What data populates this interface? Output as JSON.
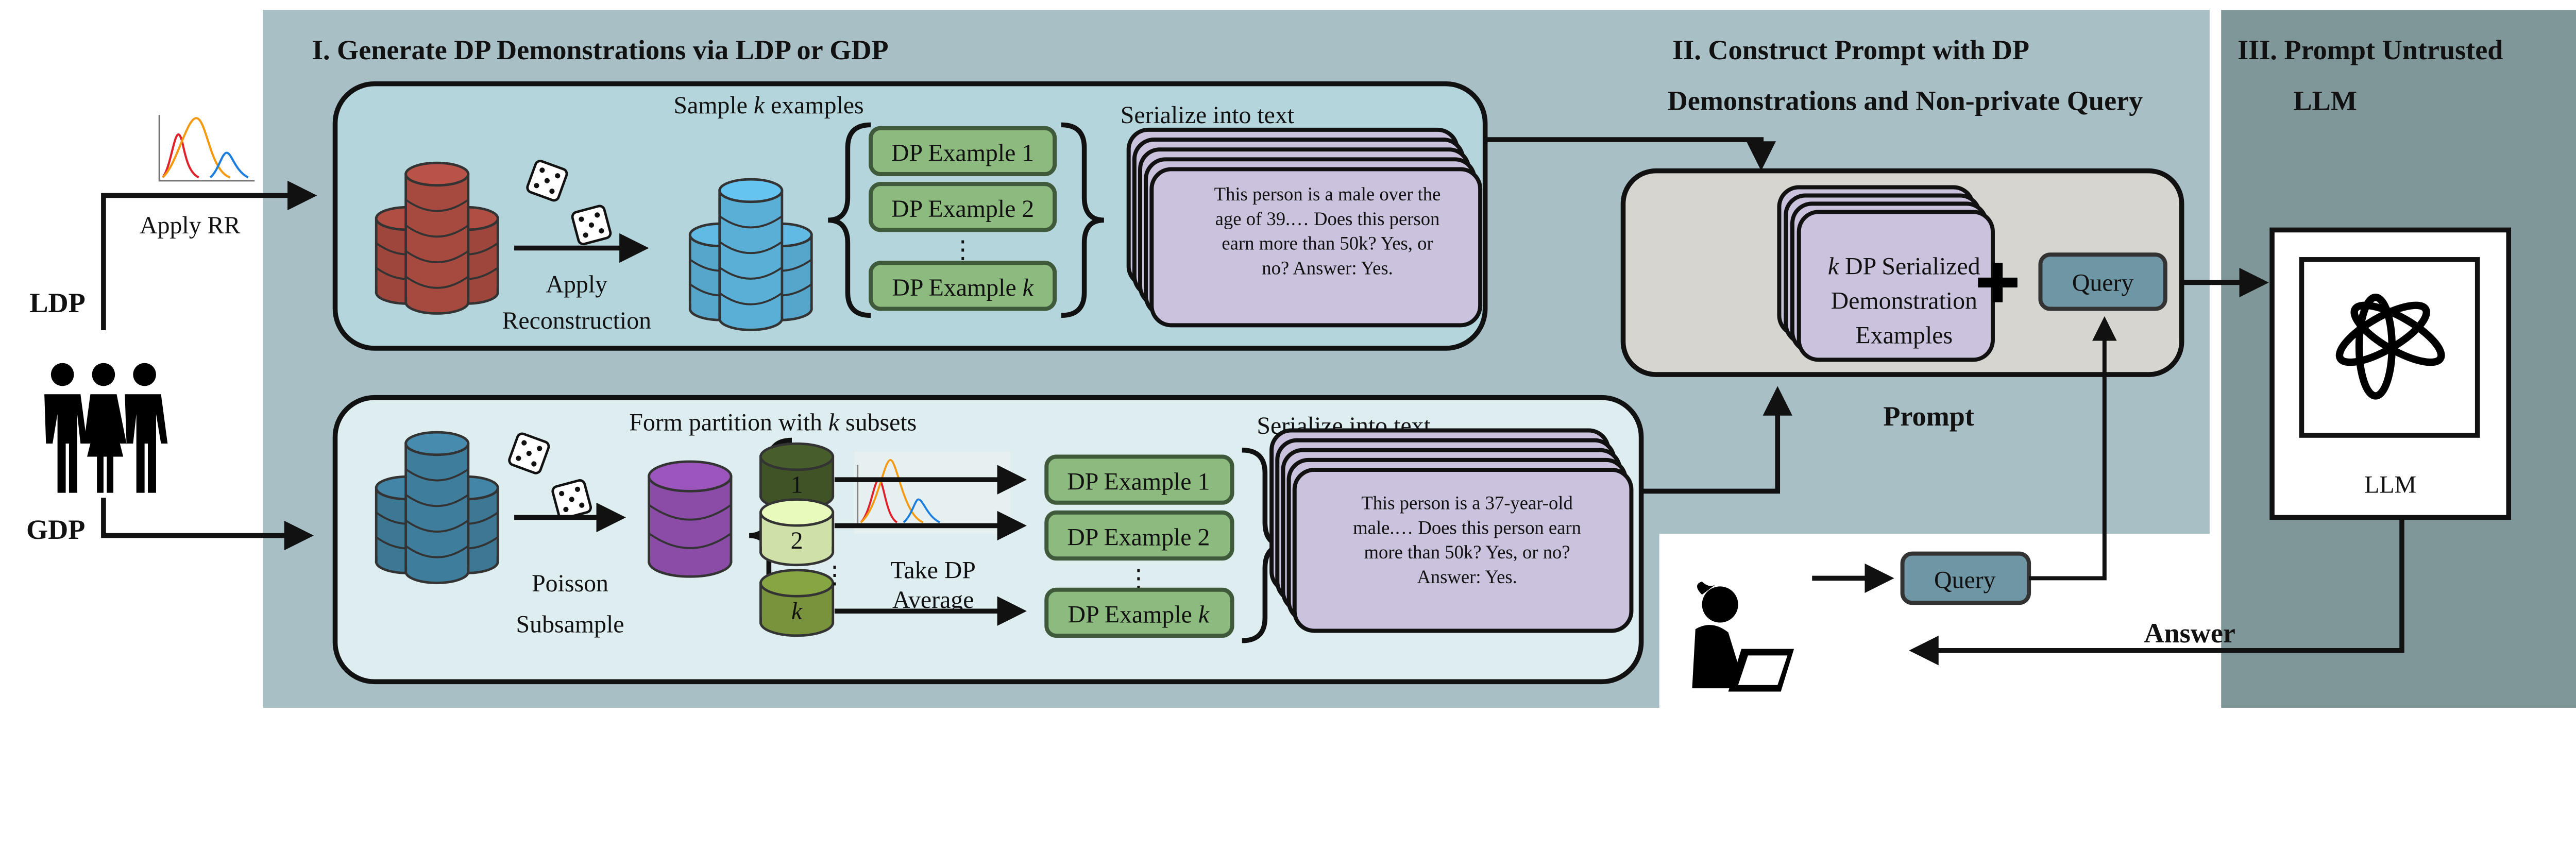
{
  "titles": {
    "generate": "I. Generate DP Demonstrations via LDP or GDP",
    "construct_line1": "II. Construct Prompt with DP",
    "construct_line2": "Demonstrations and Non-private Query",
    "llm_line1": "III. Prompt Untrusted",
    "llm_line2": "LLM"
  },
  "left": {
    "ldp": "LDP",
    "gdp": "GDP",
    "apply_rr": "Apply RR"
  },
  "ldp_box": {
    "sample_pre": "Sample ",
    "sample_k": "k",
    "sample_post": " examples",
    "apply_line1": "Apply",
    "apply_line2": "Reconstruction",
    "examples": [
      "DP Example 1",
      "DP Example 2",
      "DP Example "
    ],
    "k": "k",
    "ellipsis": "⋮",
    "serialize": "Serialize into text",
    "card_text": [
      "This person is a male over the",
      "age of 39.… Does this person",
      "earn more than 50k? Yes, or",
      "no? Answer: Yes."
    ]
  },
  "gdp_box": {
    "partition_pre": "Form partition with ",
    "partition_k": "k",
    "partition_post": " subsets",
    "poisson_line1": "Poisson",
    "poisson_line2": "Subsample",
    "subsets": [
      "1",
      "2",
      "k"
    ],
    "avg_line1": "Take DP",
    "avg_line2": "Average",
    "examples": [
      "DP Example 1",
      "DP Example 2",
      "DP Example "
    ],
    "k": "k",
    "ellipsis": "⋮",
    "serialize": "Serialize into text",
    "card_text": [
      "This person is a 37-year-old",
      "male.… Does this person earn",
      "more than 50k? Yes, or no?",
      "Answer: Yes."
    ]
  },
  "prompt": {
    "k": "k",
    "demo_line1": " DP Serialized",
    "demo_line2": "Demonstration",
    "demo_line3": "Examples",
    "plus": "+",
    "query": "Query",
    "label": "Prompt"
  },
  "user": {
    "query": "Query",
    "answer": "Answer"
  },
  "llm": {
    "label": "LLM",
    "icon": "openai-logo-icon"
  },
  "colors": {
    "panel": "#a9bfc6",
    "panel_llm": "#809799",
    "ldp_box": "#b5d5dc",
    "gdp_box": "#ddedf0",
    "prompt_box": "#d6d5d0",
    "example": "#8dbb7f",
    "card": "#cbc2dd",
    "query": "#6f96a5",
    "red_db": "#a64a3f",
    "blue_db": "#5aafd6",
    "teal_db": "#3f7d9c",
    "purple_db": "#8b4ca8"
  }
}
